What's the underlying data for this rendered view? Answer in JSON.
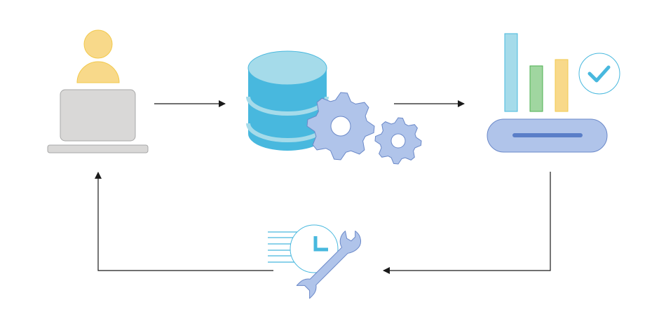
{
  "diagram": {
    "nodes": [
      {
        "id": "user",
        "icon": "user-laptop-icon"
      },
      {
        "id": "database",
        "icon": "database-gears-icon"
      },
      {
        "id": "analytics",
        "icon": "bar-chart-check-icon"
      },
      {
        "id": "maintenance",
        "icon": "clock-wrench-icon"
      }
    ],
    "edges": [
      {
        "from": "user",
        "to": "database"
      },
      {
        "from": "database",
        "to": "analytics"
      },
      {
        "from": "analytics",
        "to": "maintenance"
      },
      {
        "from": "maintenance",
        "to": "user"
      }
    ],
    "colors": {
      "yellow": "#f8d98a",
      "yellow_stroke": "#f2c94c",
      "gray": "#d9d8d7",
      "db_light": "#a5dbea",
      "db_dark": "#48b8de",
      "gear": "#b0c4ea",
      "gear_stroke": "#6a88c8",
      "green": "#a0d6a0",
      "green_stroke": "#4cb050",
      "arrow": "#1a1a1a"
    }
  }
}
